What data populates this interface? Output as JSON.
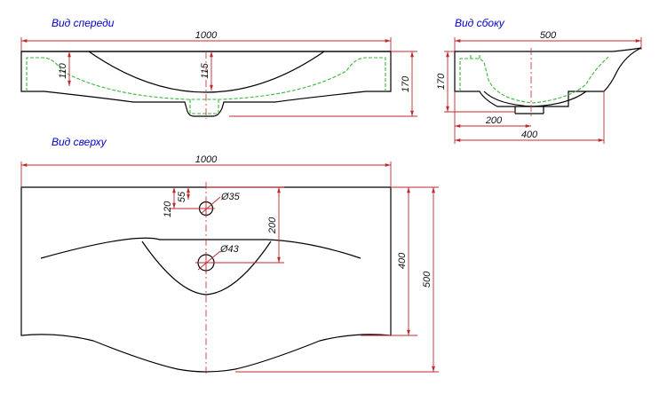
{
  "views": {
    "front": {
      "title": "Вид спереди",
      "dims": {
        "width": "1000",
        "height": "170",
        "bowl_left": "110",
        "bowl_center": "115"
      }
    },
    "side": {
      "title": "Вид сбоку",
      "dims": {
        "top": "500",
        "height": "170",
        "inner": "200",
        "base": "400"
      }
    },
    "top": {
      "title": "Вид сверху",
      "dims": {
        "width": "1000",
        "hole_offset": "120",
        "hole_side": "55",
        "tap_hole": "Ø35",
        "bowl_depth": "200",
        "drain_hole": "Ø43",
        "inner_depth": "400",
        "total_depth": "500"
      }
    }
  },
  "colors": {
    "dimension": "#c0282d",
    "hidden": "#3ab53a",
    "title": "#0000cc",
    "outline": "#000000"
  }
}
